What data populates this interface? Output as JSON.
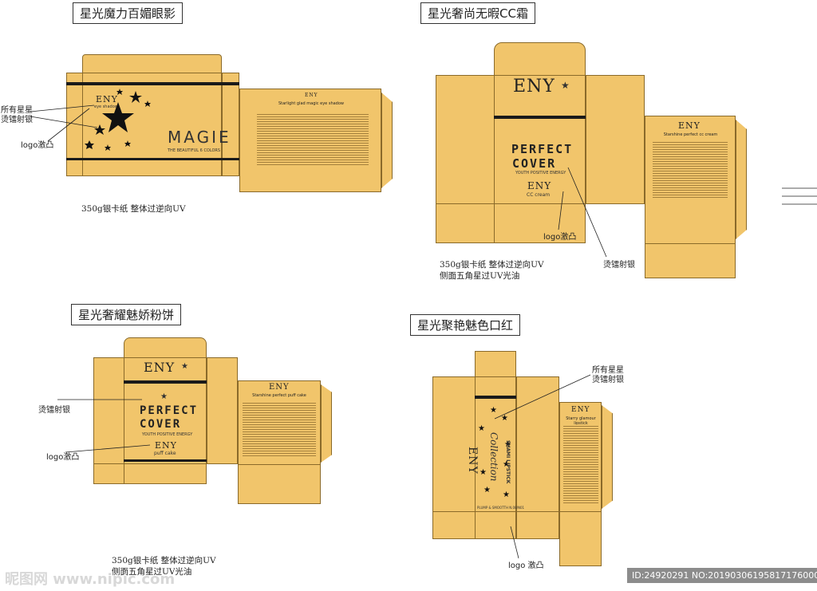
{
  "boxes": [
    {
      "title": "星光魔力百媚眼影",
      "spec": "350g银卡纸 整体过逆向UV",
      "notes": [
        "所有星星\n烫镭射银",
        "logo激凸"
      ],
      "brand": "ENY",
      "brand_sub": "eye shadow",
      "product": "MAGIE",
      "product_sub": "THE BEAUTIFUL 6 COLORS",
      "back_title": "Starlight glad magic eye shadow"
    },
    {
      "title": "星光奢尚无暇CC霜",
      "spec_lines": [
        "350g银卡纸 整体过逆向UV",
        "侧面五角星过UV光油"
      ],
      "notes": [
        "logo激凸",
        "烫镭射银"
      ],
      "brand": "ENY",
      "product_line1": "PERFECT",
      "product_line2": "COVER",
      "tagline": "YOUTH POSITIVE ENERGY",
      "sub_brand": "ENY",
      "sub_product": "CC cream",
      "back_title": "Starshine perfect cc cream"
    },
    {
      "title": "星光奢耀魅娇粉饼",
      "spec_lines": [
        "350g银卡纸 整体过逆向UV",
        "侧面五角星过UV光油"
      ],
      "notes": [
        "烫镭射银",
        "logo激凸"
      ],
      "brand": "ENY",
      "product_line1": "PERFECT",
      "product_line2": "COVER",
      "tagline": "YOUTH POSITIVE ENERGY",
      "sub_brand": "ENY",
      "sub_product": "puff cake",
      "back_title": "Starshine perfect puff cake"
    },
    {
      "title": "星光聚艳魅色口红",
      "notes": [
        "所有星星\n烫镭射银",
        "logo 激凸"
      ],
      "brand": "ENY",
      "product": "Collection",
      "sub_product": "SHAMI LIPSTICK",
      "footer": "PLUMP & SMOOTTH N.08/N01",
      "back_title": "Starry glamour lipstick"
    }
  ],
  "watermark": "昵图网 www.nipic.com",
  "id_bar": "ID:24920291 NO:20190306195817176000",
  "colors": {
    "card": "#f1c56b",
    "band": "#1a1a1a",
    "edge": "#8a6a2a"
  }
}
